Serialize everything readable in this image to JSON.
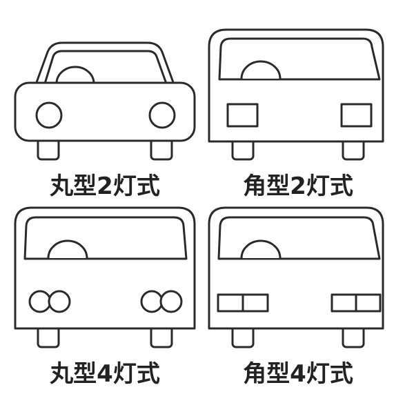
{
  "labels": {
    "round_2": "丸型2灯式",
    "square_2": "角型2灯式",
    "round_4": "丸型4灯式",
    "square_4": "角型4灯式"
  },
  "colors": {
    "line": "#2a2a2a",
    "background": "#ffffff"
  }
}
